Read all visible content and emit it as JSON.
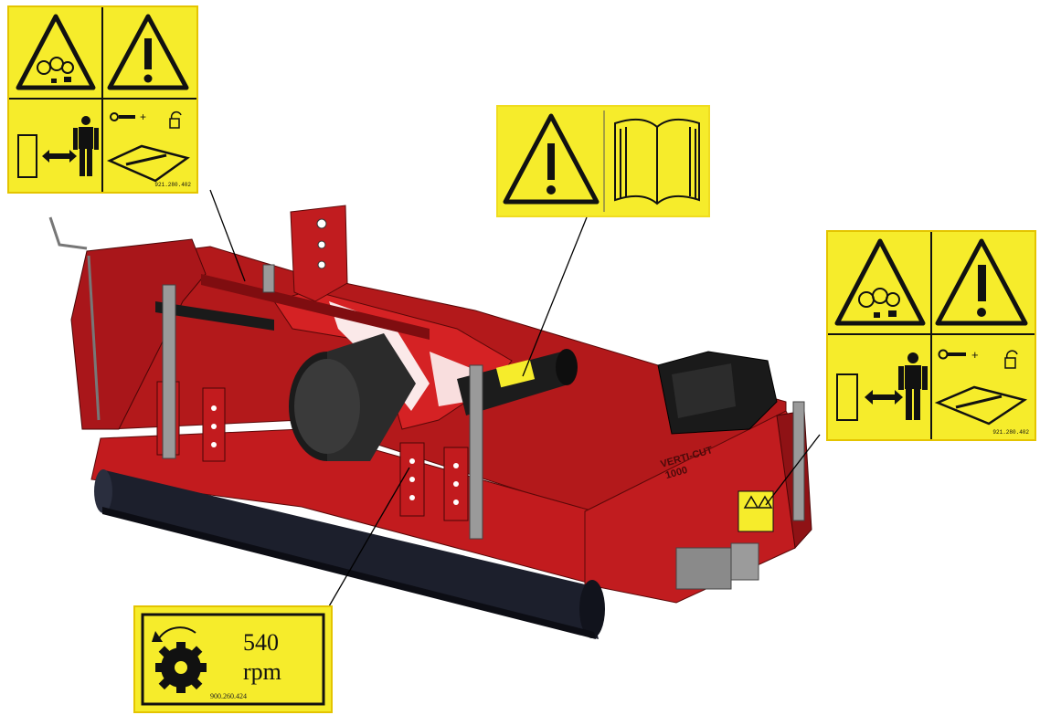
{
  "machine": {
    "brand_text": "VERTI-CUT",
    "model_text": "1000"
  },
  "decals": {
    "top_left": {
      "part_number": "921.280.402"
    },
    "right": {
      "part_number": "921.280.402"
    },
    "rpm": {
      "value": "540",
      "unit": "rpm",
      "part_number": "900.260.424"
    }
  },
  "colors": {
    "decal_yellow": "#f6ec2b",
    "machine_red": "#c41a1c",
    "roller_dark": "#1c1f2c"
  }
}
